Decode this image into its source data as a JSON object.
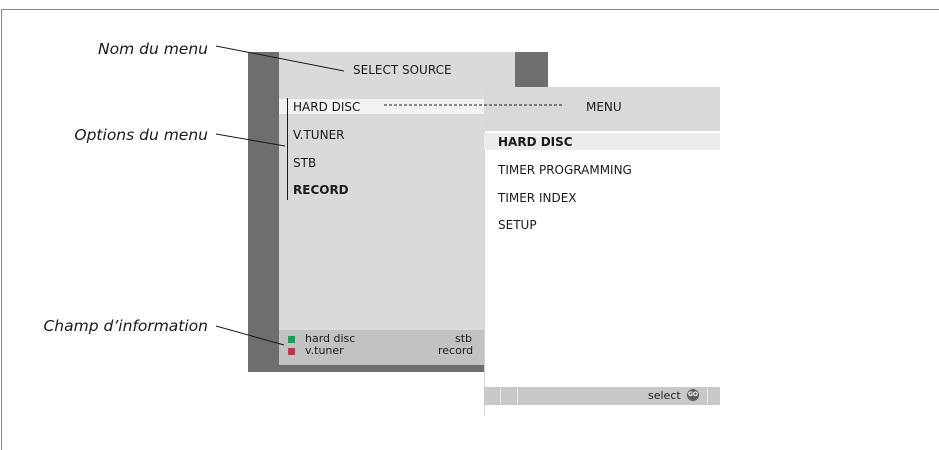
{
  "annotations": {
    "menu_name": "Nom du menu",
    "menu_options": "Options du menu",
    "info_field": "Champ d’information"
  },
  "source_menu": {
    "title": "SELECT SOURCE",
    "options": [
      "HARD  DISC",
      "V.TUNER",
      "STB",
      "RECORD"
    ],
    "info": {
      "green_label": "hard disc",
      "green_right": "stb",
      "red_label": "v.tuner",
      "red_right": "record",
      "colors": {
        "green": "#1e9a5a",
        "red": "#b23a52"
      }
    }
  },
  "main_menu": {
    "title": "MENU",
    "options": [
      "HARD  DISC",
      "TIMER  PROGRAMMING",
      "TIMER  INDEX",
      "SETUP"
    ],
    "footer": {
      "select_label": "select",
      "go_icon": "GO"
    }
  }
}
